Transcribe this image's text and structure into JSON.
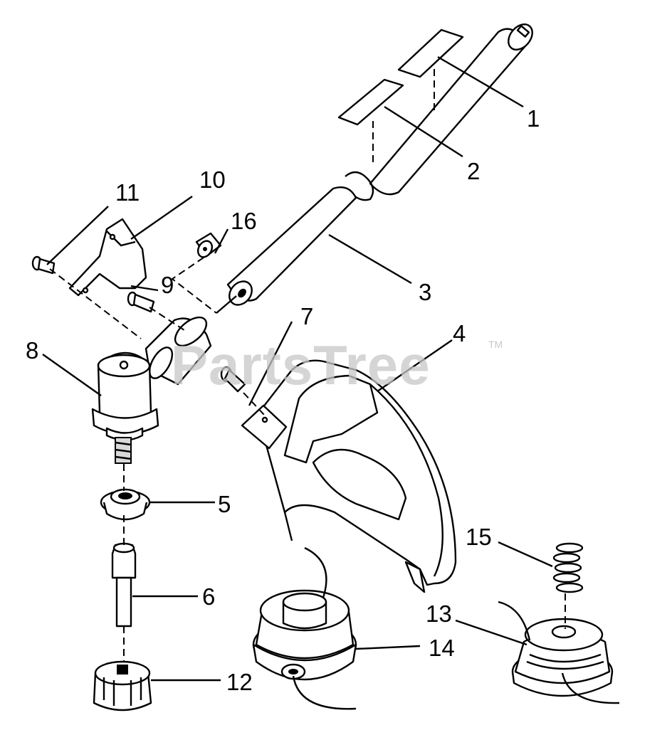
{
  "watermark": {
    "text": "PartsTree",
    "tm": "TM"
  },
  "callouts": [
    "1",
    "2",
    "3",
    "4",
    "5",
    "6",
    "7",
    "8",
    "9",
    "10",
    "11",
    "12",
    "13",
    "14",
    "15",
    "16"
  ],
  "part_icons": [
    "shaft-tube",
    "label-decal",
    "label-decal",
    "lower-shaft",
    "debris-shield",
    "adapter-nut",
    "spacer-bolt",
    "gearbox-head",
    "screw",
    "clamp-bracket",
    "screw",
    "bump-knob",
    "spool",
    "trimmer-head",
    "spring",
    "spacer"
  ]
}
